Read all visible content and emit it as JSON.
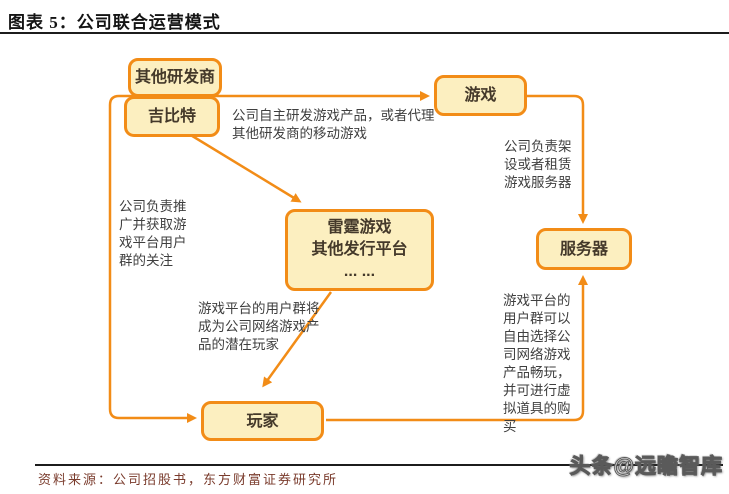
{
  "title": "图表 5：公司联合运营模式",
  "nodes": {
    "other_developers": "其他研发商",
    "gbits": "吉比特",
    "game": "游戏",
    "platforms": [
      "雷霆游戏",
      "其他发行平台",
      "... ..."
    ],
    "server": "服务器",
    "players": "玩家"
  },
  "notes": {
    "develop": [
      "公司自主研发游戏产品，或者代理",
      "其他研发商的移动游戏"
    ],
    "server_setup": [
      "公司负责架",
      "设或者租赁",
      "游戏服务器"
    ],
    "promotion": [
      "公司负责推",
      "广并获取游",
      "戏平台用户",
      "群的关注"
    ],
    "potential_players": [
      "游戏平台的用户群将",
      "成为公司网络游戏产",
      "品的潜在玩家"
    ],
    "purchase": [
      "游戏平台的",
      "用户群可以",
      "自由选择公",
      "司网络游戏",
      "产品畅玩，",
      "并可进行虚",
      "拟道具的购",
      "买"
    ]
  },
  "footer": {
    "source": "资料来源：公司招股书，东方财富证券研究所",
    "watermark": "头条@远瞻智库"
  },
  "colors": {
    "accent": "#F28C17",
    "box_fill": "#FCEFC0",
    "box_text": "#44392A",
    "note_text": "#3F3F3F",
    "title_text": "#141414",
    "rule": "#1C1C1C",
    "source_text": "#7A3B2C",
    "watermark_fill": "#FFFFFF",
    "watermark_stroke": "#5A5A5A"
  }
}
